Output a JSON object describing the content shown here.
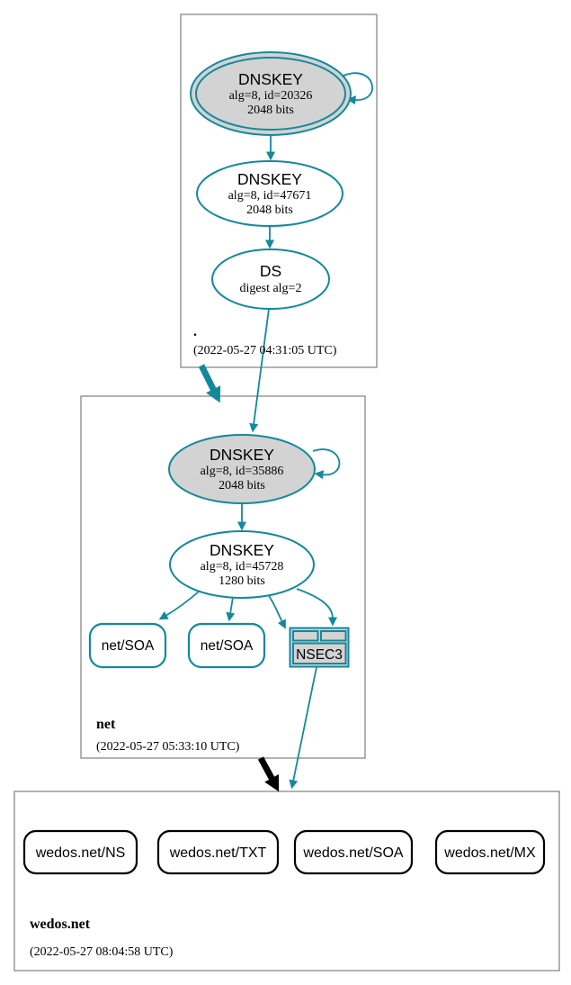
{
  "diagram": {
    "type": "dnssec-authentication-chain",
    "colors": {
      "secure_teal": "#12899c",
      "insecure_black": "#000000",
      "key_fill_gray": "#d3d3d3",
      "zone_box_border": "#7f7f7f",
      "background": "#ffffff"
    },
    "zones": {
      "root": {
        "label": ".",
        "timestamp": "(2022-05-27 04:31:05 UTC)"
      },
      "net": {
        "label": "net",
        "timestamp": "(2022-05-27 05:33:10 UTC)"
      },
      "wedos": {
        "label": "wedos.net",
        "timestamp": "(2022-05-27 08:04:58 UTC)"
      }
    },
    "nodes": {
      "root_ksk": {
        "type": "DNSKEY",
        "detail1": "alg=8, id=20326",
        "detail2": "2048 bits"
      },
      "root_zsk": {
        "type": "DNSKEY",
        "detail1": "alg=8, id=47671",
        "detail2": "2048 bits"
      },
      "root_ds": {
        "type": "DS",
        "detail1": "digest alg=2"
      },
      "net_ksk": {
        "type": "DNSKEY",
        "detail1": "alg=8, id=35886",
        "detail2": "2048 bits"
      },
      "net_zsk": {
        "type": "DNSKEY",
        "detail1": "alg=8, id=45728",
        "detail2": "1280 bits"
      },
      "net_soa_left": {
        "label": "net/SOA"
      },
      "net_soa_right": {
        "label": "net/SOA"
      },
      "net_nsec3": {
        "label": "NSEC3"
      },
      "wedos_ns": {
        "label": "wedos.net/NS"
      },
      "wedos_txt": {
        "label": "wedos.net/TXT"
      },
      "wedos_soa": {
        "label": "wedos.net/SOA"
      },
      "wedos_mx": {
        "label": "wedos.net/MX"
      }
    }
  }
}
